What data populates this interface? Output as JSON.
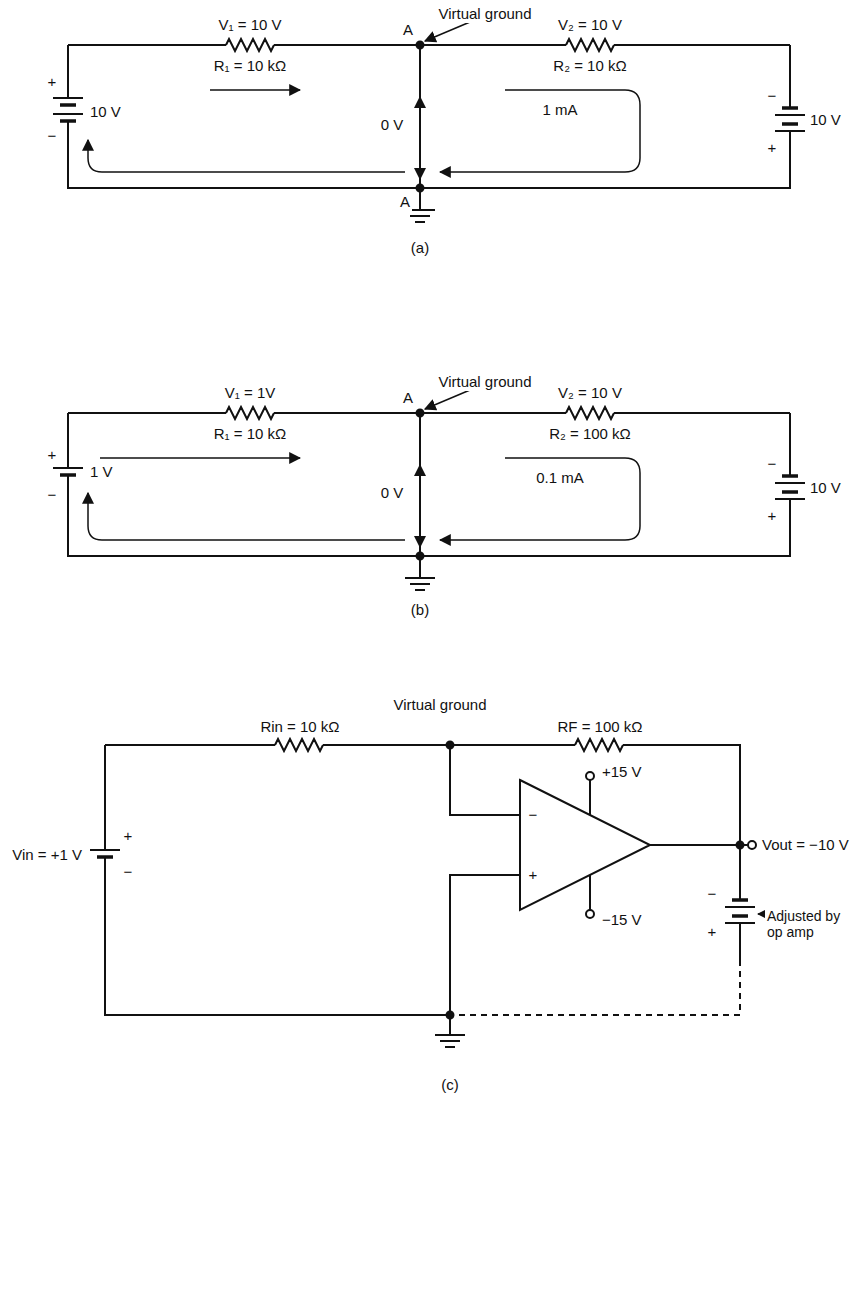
{
  "diagram": {
    "labels": [
      "Virtual ground",
      "V₁ = 10 V",
      "R₁ = 10 kΩ",
      "A",
      "V₂ = 10 V",
      "R₂ = 10 kΩ",
      "1 mA",
      "+",
      "10 V",
      "−",
      "0 V",
      "−",
      "10 V",
      "+",
      "A",
      "(a)",
      "Virtual ground",
      "V₁ = 1V",
      "R₁ = 10 kΩ",
      "A",
      "V₂ = 10 V",
      "R₂ = 100 kΩ",
      "0.1 mA",
      "+",
      "1 V",
      "−",
      "0 V",
      "−",
      "10 V",
      "+",
      "(b)",
      "Virtual ground",
      "Rin = 10 kΩ",
      "RF = 100 kΩ",
      "+15 V",
      "−",
      "+",
      "−15 V",
      "Vin = +1 V",
      "+",
      "−",
      "−",
      "Vout = −10 V",
      "Adjusted by op amp",
      "+",
      "(c)"
    ]
  }
}
